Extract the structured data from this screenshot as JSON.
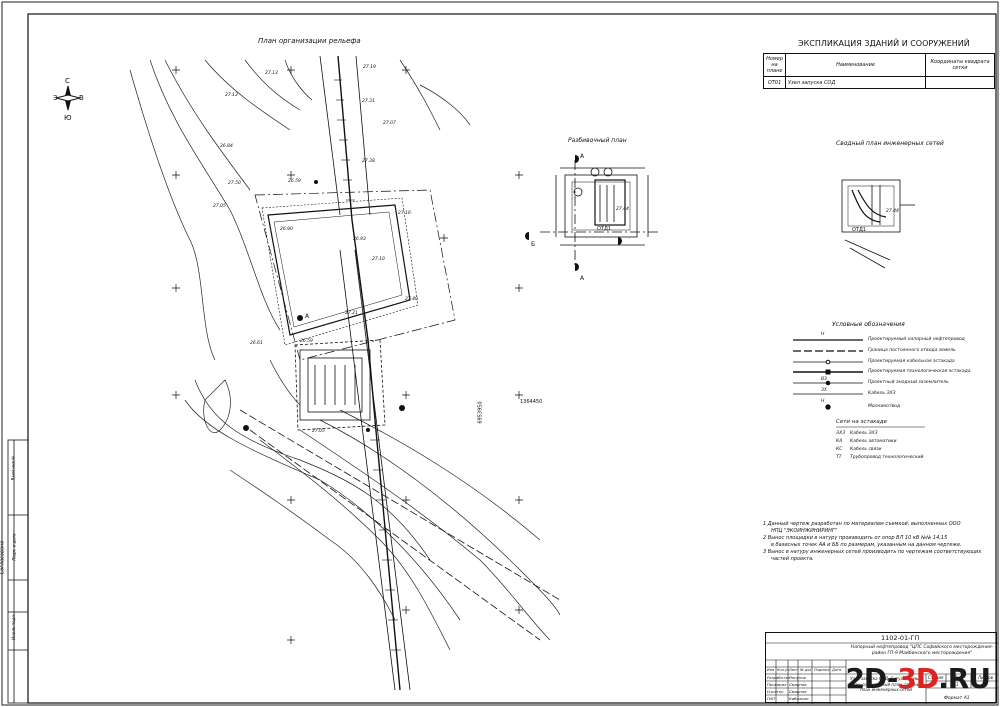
{
  "drawing": {
    "relief_plan_title": "План организации рельефа",
    "layout_plan_title": "Разбивочный план",
    "networks_plan_title": "Сводный план инженерных сетей",
    "compass": {
      "north": "С",
      "south": "Ю",
      "west": "З",
      "east": "В"
    },
    "section_marks": [
      "А",
      "Б",
      "А"
    ],
    "point_label": "А",
    "block_label": "ОТД1",
    "coordinate_labels": [
      "6953950",
      "1364450"
    ],
    "elevations": [
      "27.19",
      "27.13",
      "27.13",
      "27.07",
      "27.05",
      "26.84",
      "26.59",
      "26.90",
      "26.93",
      "27.10",
      "27.21",
      "27.16",
      "27.31",
      "27.38",
      "27.40",
      "26.59",
      "27.05",
      "27.50",
      "26.61",
      "27.44",
      "27.44"
    ]
  },
  "explication": {
    "title": "ЭКСПЛИКАЦИЯ ЗДАНИЙ И СООРУЖЕНИЙ",
    "headers": [
      "Номер на плане",
      "Наименование",
      "Координаты квадрата сетки"
    ],
    "rows": [
      {
        "num": "ОТ01",
        "name": "Узел запуска СОД",
        "coords": ""
      }
    ]
  },
  "legend": {
    "title": "Условные обозначения",
    "items": [
      {
        "mark": "Н",
        "label": "Проектируемый напорный нефтепровод"
      },
      {
        "mark": "",
        "label": "Граница постоянного отвода земель"
      },
      {
        "mark": "",
        "label": "Проектируемая кабельная эстакада"
      },
      {
        "mark": "",
        "label": "Проектируемая технологическая эстакада"
      },
      {
        "mark": "В3",
        "label": "Проектный анодный заземлитель"
      },
      {
        "mark": "ЗХ",
        "label": "Кабель ЭХЗ"
      },
      {
        "mark": "Н",
        "label": "Молниеотвод"
      }
    ],
    "estakada_title": "Сети на эстакаде",
    "estakada_items": [
      {
        "code": "ЭХЗ",
        "label": "Кабель ЭХЗ"
      },
      {
        "code": "КА",
        "label": "Кабель автоматики"
      },
      {
        "code": "КС",
        "label": "Кабель связи"
      },
      {
        "code": "ТТ",
        "label": "Трубопровод технологический"
      }
    ]
  },
  "notes": [
    "1 Данный чертеж разработан по материалам съемкой, выполненных ООО",
    "НПЦ \"ЭКОИНЖИНИРИНГ\"",
    "2 Вынос площадки в натуру производить от опор ВЛ 10 кВ №№ 14,15",
    "в базисных точек АА и ББ по размерам, указанным на данном чертеже.",
    "3 Вынос в натуру инженерных сетей производить по чертежам соответствующих",
    "частей проекта."
  ],
  "stamp": {
    "code": "1102-01-ГП",
    "project": "Напорный нефтепровод \"ЦПС Софийского месторождения-район ГП-9 Майбинского месторождения\"",
    "head_cols": [
      "Изм",
      "Кол.уч",
      "Лист",
      "№ док",
      "Подпись",
      "Дата"
    ],
    "staff": [
      {
        "role": "Разработал",
        "name": "Ляпунов"
      },
      {
        "role": "Проверил",
        "name": "Смирнов"
      },
      {
        "role": "Н.контр.",
        "name": "Смирнов"
      },
      {
        "role": "ГИП",
        "name": "Кибалкин"
      }
    ],
    "sheet_title": "Узел запуска СОД. Ситуационный план, разбивочный план, сводный план инженерных сетей",
    "stage_head": [
      "Стадия",
      "Лист",
      "Листов"
    ],
    "stage_vals": [
      "Р",
      "1",
      ""
    ],
    "format": "Формат А1"
  },
  "side_strip": [
    "Согласовано",
    "Взам.инв.№",
    "Подп. и дата",
    "Инв.№ подл."
  ],
  "watermark": {
    "part1": "2D-",
    "part2": "3D",
    "part3": ".RU"
  }
}
